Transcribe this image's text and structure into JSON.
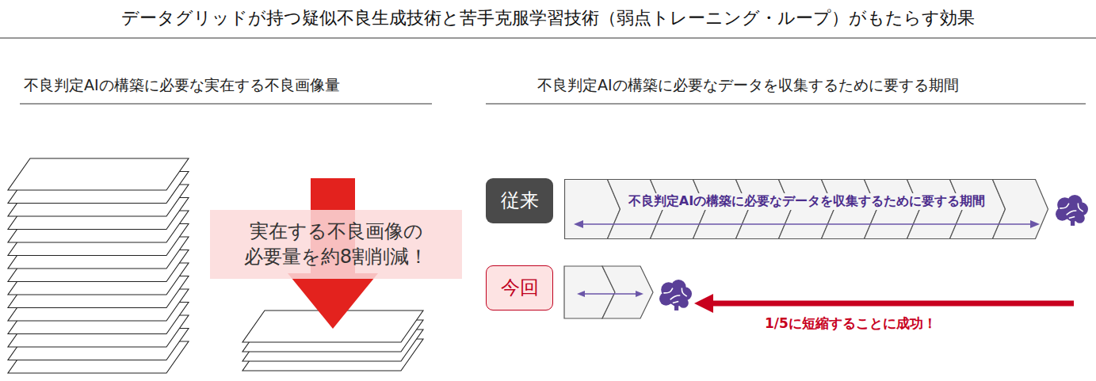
{
  "diagram": {
    "title": "データグリッドが持つ疑似不良生成技術と苦手克服学習技術（弱点トレーニング・ループ）がもたらす効果",
    "nodes": [
      {
        "text": [
          "実在する不良画像の 必要量を約8割削減！"
        ]
      },
      {
        "text": [
          "従来"
        ]
      },
      {
        "text": [
          "不良判定AIの構築に必要なデータを収集するために要する期間"
        ]
      },
      {
        "text": [
          "今回"
        ]
      }
    ],
    "labels": [
      "不良判定AIの構築に必要な実在する不良画像量",
      "不良判定AIの構築に必要なデータを収集するために要する期間",
      "1/5に短縮することに成功！"
    ]
  }
}
